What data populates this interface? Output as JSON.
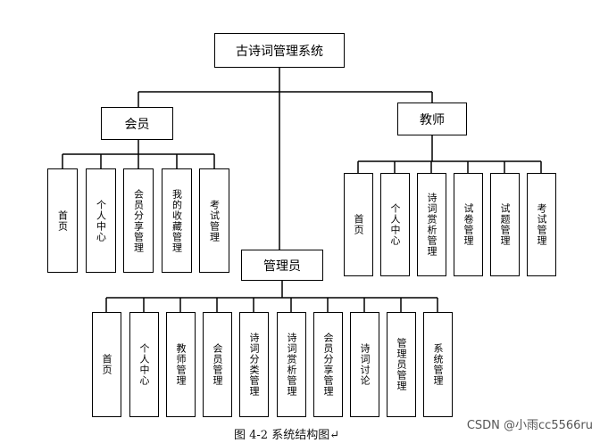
{
  "root": {
    "label": "古诗词管理系统"
  },
  "member": {
    "label": "会员",
    "children": [
      "首页",
      "个人中心",
      "会员分享管理",
      "我的收藏管理",
      "考试管理"
    ]
  },
  "teacher": {
    "label": "教师",
    "children": [
      "首页",
      "个人中心",
      "诗词赏析管理",
      "试卷管理",
      "试题管理",
      "考试管理"
    ]
  },
  "admin": {
    "label": "管理员",
    "children": [
      "首页",
      "个人中心",
      "教师管理",
      "会员管理",
      "诗词分类管理",
      "诗词赏析管理",
      "会员分享管理",
      "诗词讨论",
      "管理员管理",
      "系统管理"
    ]
  },
  "caption": "图 4-2  系统结构图↵",
  "watermark": "CSDN @小雨cc5566ru"
}
